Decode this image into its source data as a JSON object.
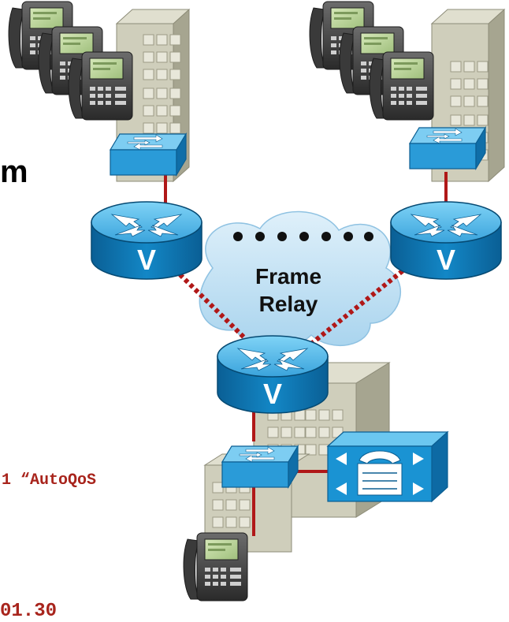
{
  "heading_fragment": "m",
  "code_line_1": "1 “AutoQoS",
  "code_line_2": "01.30",
  "cloud": {
    "line1": "Frame",
    "line2": "Relay"
  },
  "router_glyph": "V",
  "colors": {
    "router_top": "#56c0ef",
    "router_side": "#0b6fa8",
    "switch": "#3aa9e0",
    "building": "#c9c8b4",
    "building_dark": "#a3a28d",
    "cloud": "#bfe0f2",
    "wan_link": "#b01818",
    "lan_link": "#b01818",
    "code_text": "#a8241c"
  },
  "icons": [
    "ip-phone-icon",
    "router-icon",
    "switch-icon",
    "building-icon",
    "cloud-icon",
    "call-manager-icon"
  ]
}
